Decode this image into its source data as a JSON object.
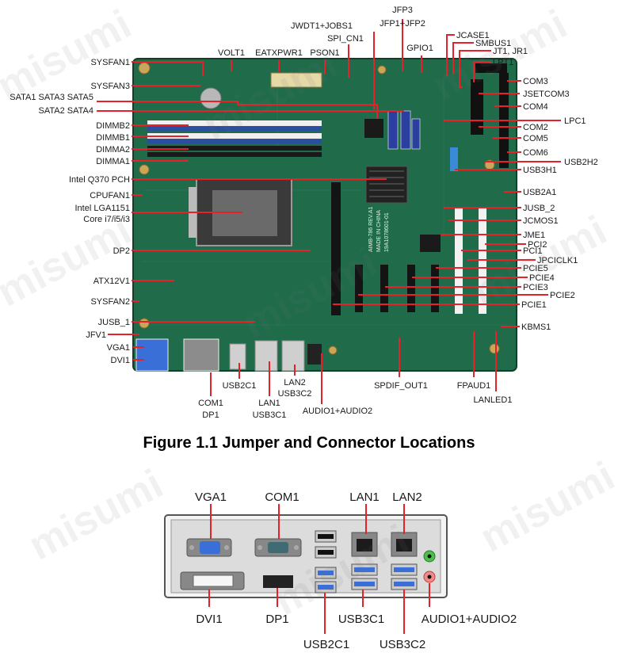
{
  "board_labels": {
    "sysfan1": "SYSFAN1",
    "volt1": "VOLT1",
    "eatxpwr1": "EATXPWR1",
    "pson1": "PSON1",
    "jwdt1_jobs1": "JWDT1+JOBS1",
    "jfp3": "JFP3",
    "jfp1_jfp2": "JFP1+JFP2",
    "spi_cn1": "SPI_CN1",
    "gpio1": "GPIO1",
    "jcase1": "JCASE1",
    "smbus1": "SMBUS1",
    "jt1_jr1": "JT1, JR1",
    "lpt1": "LPT1",
    "sysfan3": "SYSFAN3",
    "sata_1_3_5": "SATA1 SATA3 SATA5",
    "sata_2_4": "SATA2 SATA4",
    "dimmb2": "DIMMB2",
    "dimmb1": "DIMMB1",
    "dimma2": "DIMMA2",
    "dimma1": "DIMMA1",
    "pch": "Intel Q370 PCH",
    "cpufan1": "CPUFAN1",
    "cpu_line1": "Intel LGA1151",
    "cpu_line2": "Core i7/i5/i3",
    "dp2": "DP2",
    "atx12v1": "ATX12V1",
    "sysfan2": "SYSFAN2",
    "jusb1": "JUSB_1",
    "jfv1": "JFV1",
    "vga1": "VGA1",
    "dvi1": "DVI1",
    "com3": "COM3",
    "jsetcom3": "JSETCOM3",
    "com4": "COM4",
    "lpc1": "LPC1",
    "com2": "COM2",
    "com5": "COM5",
    "com6": "COM6",
    "usb2h2": "USB2H2",
    "usb3h1": "USB3H1",
    "usb2a1": "USB2A1",
    "jusb2": "JUSB_2",
    "jcmos1": "JCMOS1",
    "jme1": "JME1",
    "pci2": "PCI2",
    "pci1": "PCI1",
    "jpciclk1": "JPCICLK1",
    "pcie5": "PCIE5",
    "pcie4": "PCIE4",
    "pcie3": "PCIE3",
    "pcie2": "PCIE2",
    "pcie1": "PCIE1",
    "kbms1": "KBMS1",
    "usb2c1": "USB2C1",
    "com1_b": "COM1",
    "dp1_b": "DP1",
    "lan1_b": "LAN1",
    "usb3c1_b": "USB3C1",
    "lan2_b": "LAN2",
    "usb3c2_b": "USB3C2",
    "audio_b": "AUDIO1+AUDIO2",
    "spdif": "SPDIF_OUT1",
    "fpaud1": "FPAUD1",
    "lanled1": "LANLED1"
  },
  "board_marks": {
    "model": "AIMB-786 REV.A1",
    "made_in": "MADE IN CHINA",
    "pn": "19A1078601-01"
  },
  "caption": "Figure 1.1 Jumper and Connector Locations",
  "io_labels": {
    "vga1": "VGA1",
    "com1": "COM1",
    "lan1": "LAN1",
    "lan2": "LAN2",
    "dvi1": "DVI1",
    "dp1": "DP1",
    "usb3c1": "USB3C1",
    "audio": "AUDIO1+AUDIO2",
    "usb2c1": "USB2C1",
    "usb3c2": "USB3C2"
  },
  "watermark": "misumi",
  "colors": {
    "pcb": "#1f6b4a",
    "pcb_dark": "#134a33",
    "leader": "#e8202a",
    "label": "#1a1a1a",
    "dimm": "#2a4fa0",
    "panel": "#d8d8d8",
    "vga_blue": "#3b6fd8"
  }
}
